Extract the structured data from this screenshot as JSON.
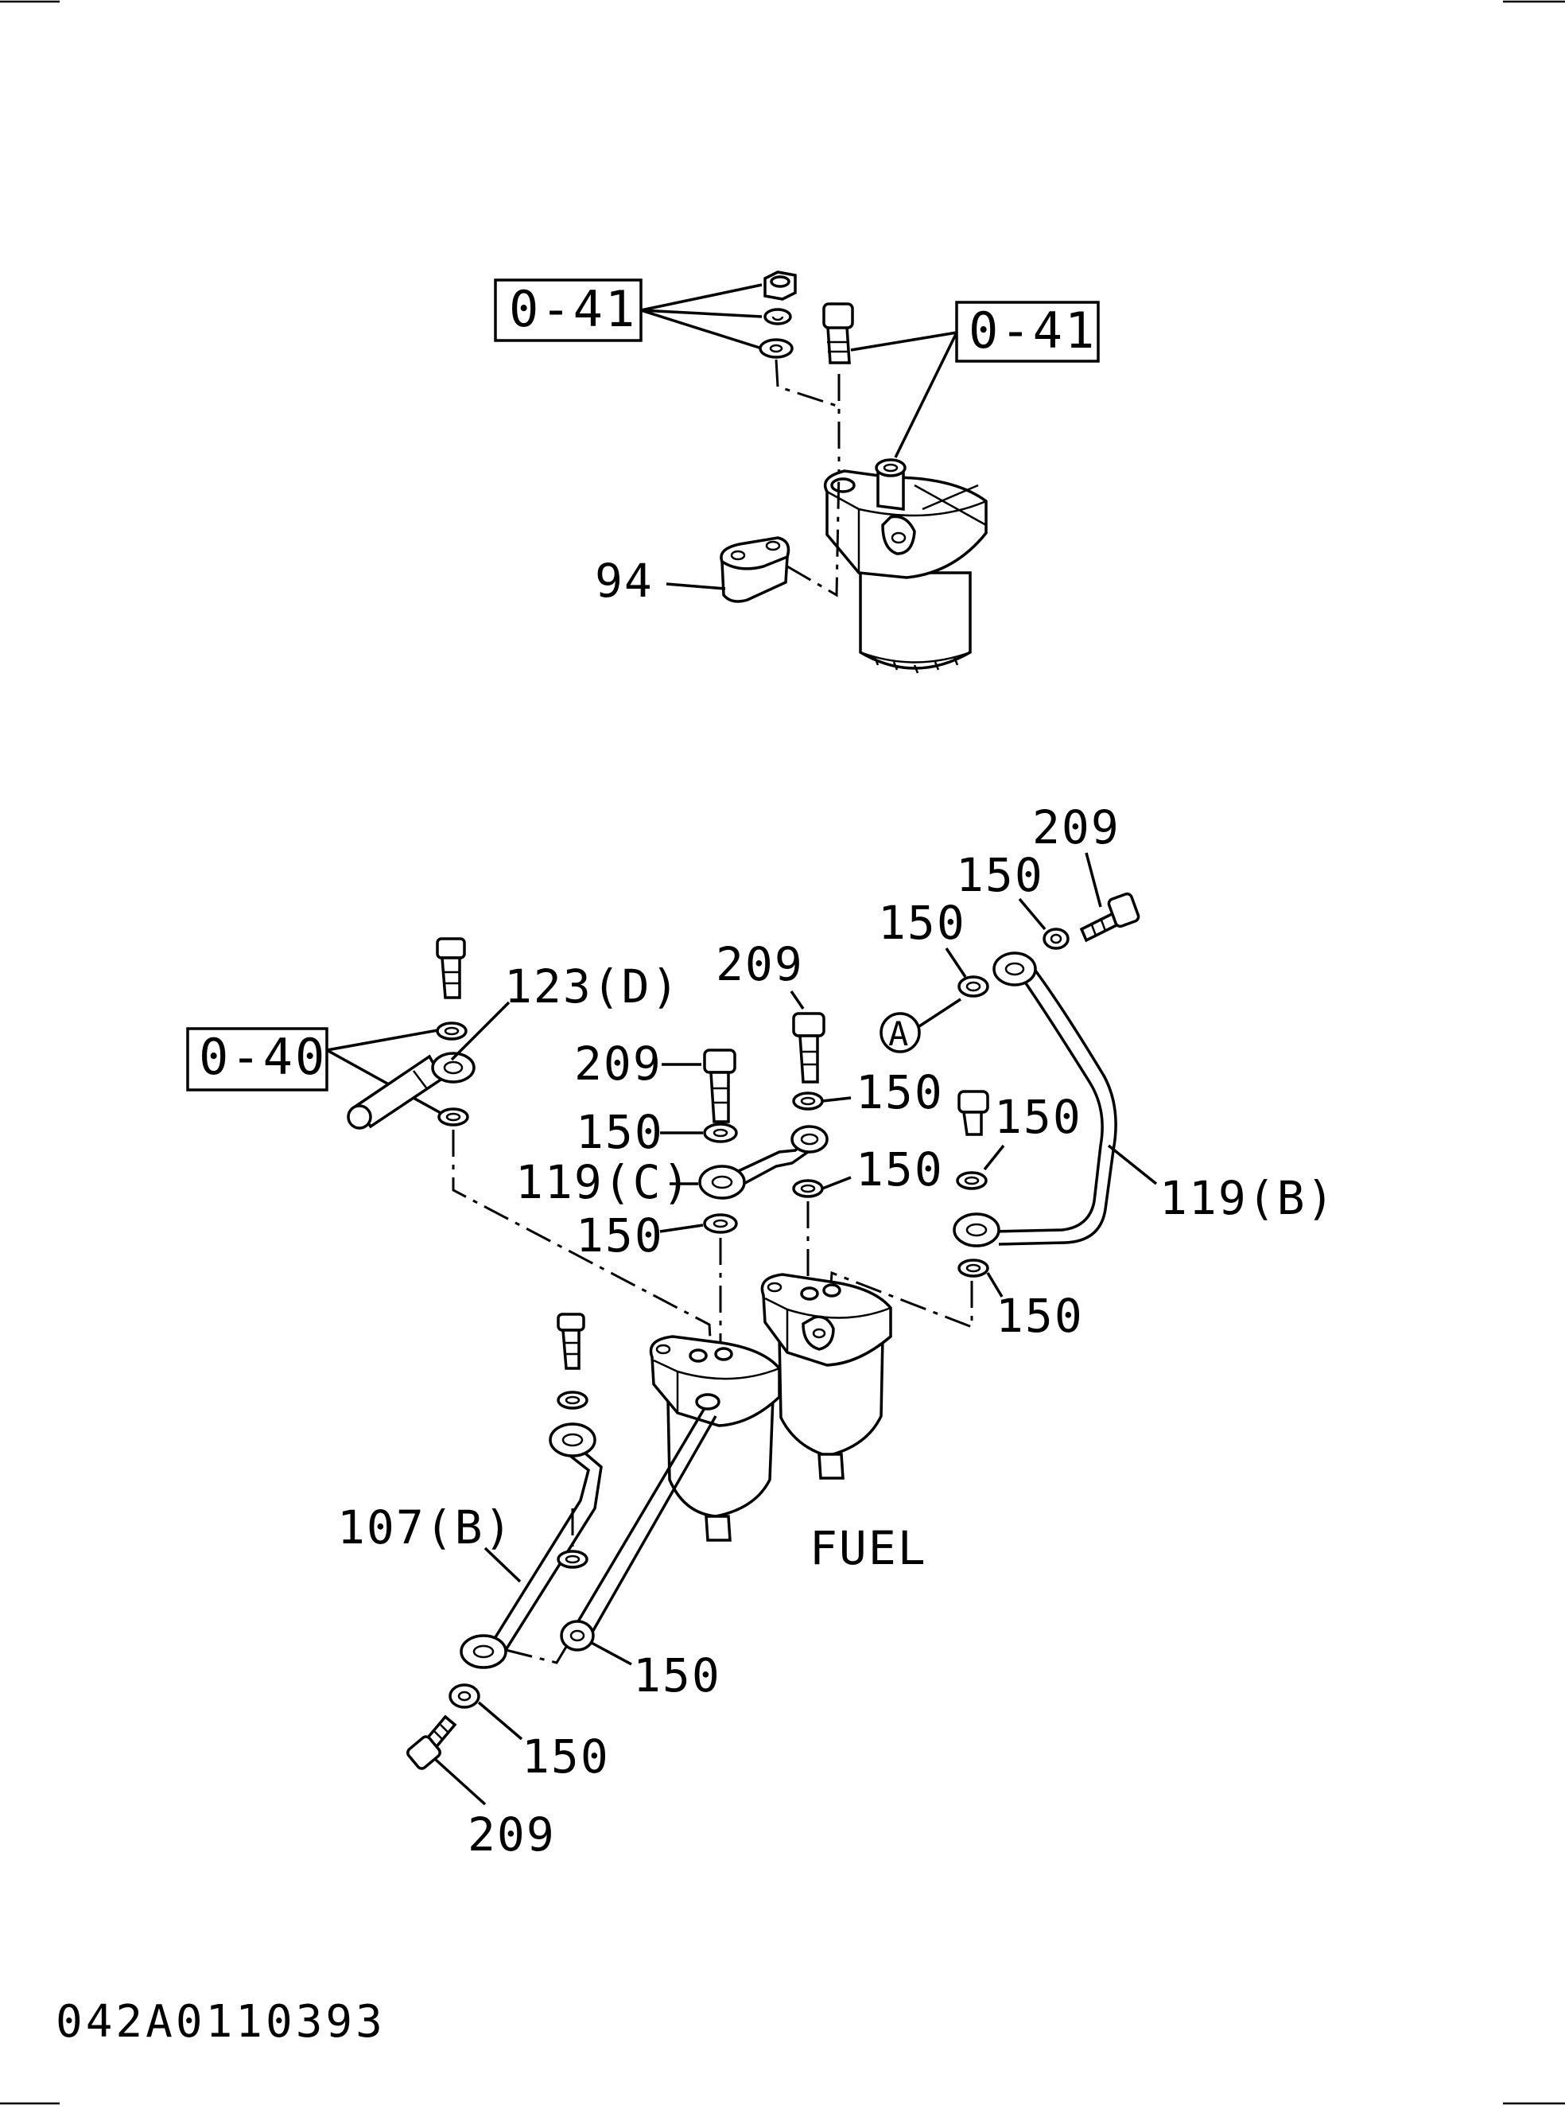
{
  "upper_group": {
    "ref_box_left": "0-41",
    "ref_box_right": "0-41",
    "callout_94": "94"
  },
  "lower_group": {
    "ref_box": "0-40",
    "callout_123d": "123(D)",
    "callout_209_top": "209",
    "callout_150_top_a": "150",
    "callout_150_top_b": "150",
    "circle_marker": "A",
    "callout_209_mid_upper": "209",
    "callout_209_mid": "209",
    "callout_150_r1": "150",
    "callout_150_l1": "150",
    "callout_150_r2": "150",
    "callout_150_r3": "150",
    "callout_119c": "119(C)",
    "callout_119b": "119(B)",
    "callout_150_l2": "150",
    "callout_150_right_low": "150",
    "fuel_label": "FUEL",
    "callout_107b": "107(B)",
    "callout_150_b1": "150",
    "callout_150_b2": "150",
    "callout_209_bottom": "209"
  },
  "document_code": "042A0110393"
}
